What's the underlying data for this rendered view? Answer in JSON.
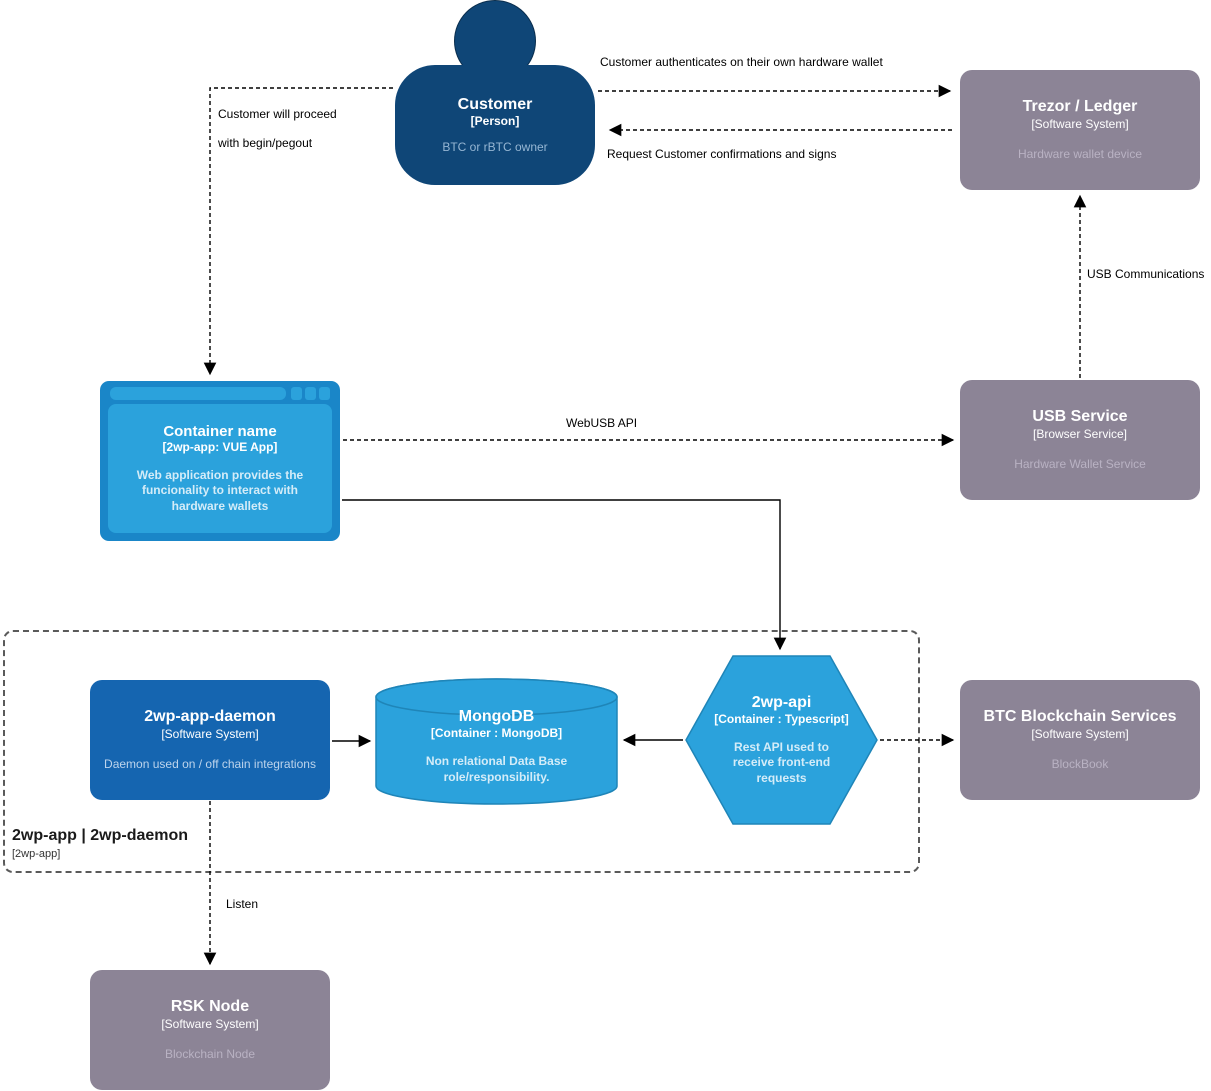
{
  "colors": {
    "person": "#0f4677",
    "external": "#8c8496",
    "light_blue": "#2ba2dc",
    "browser_frame": "#1a86c8",
    "daemon_blue": "#1565b0"
  },
  "nodes": {
    "customer": {
      "title": "Customer",
      "subtitle": "[Person]",
      "description": "BTC or rBTC owner"
    },
    "trezor": {
      "title": "Trezor / Ledger",
      "subtitle": "[Software System]",
      "description": "Hardware wallet device"
    },
    "container": {
      "title": "Container name",
      "subtitle": "[2wp-app: VUE App]",
      "description": "Web application provides the funcionality to interact with hardware wallets"
    },
    "usb_service": {
      "title": "USB Service",
      "subtitle": "[Browser Service]",
      "description": "Hardware Wallet Service"
    },
    "daemon": {
      "title": "2wp-app-daemon",
      "subtitle": "[Software System]",
      "description": "Daemon used on / off chain integrations"
    },
    "mongodb": {
      "title": "MongoDB",
      "subtitle": "[Container : MongoDB]",
      "description": "Non relational Data Base role/responsibility."
    },
    "api": {
      "title": "2wp-api",
      "subtitle": "[Container : Typescript]",
      "description": "Rest API used to receive front-end requests"
    },
    "btc": {
      "title": "BTC Blockchain Services",
      "subtitle": "[Software System]",
      "description": "BlockBook"
    },
    "rsk": {
      "title": "RSK Node",
      "subtitle": "[Software System]",
      "description": "Blockchain Node"
    }
  },
  "boundary": {
    "title": "2wp-app | 2wp-daemon",
    "subtitle": "[2wp-app]"
  },
  "edges": {
    "auth": "Customer authenticates on their own hardware wallet",
    "request": "Request Customer confirmations and signs",
    "proceed_line1": "Customer will proceed",
    "proceed_line2": "with begin/pegout",
    "webusb": "WebUSB API",
    "usb_comm": "USB Communications",
    "listen": "Listen"
  }
}
